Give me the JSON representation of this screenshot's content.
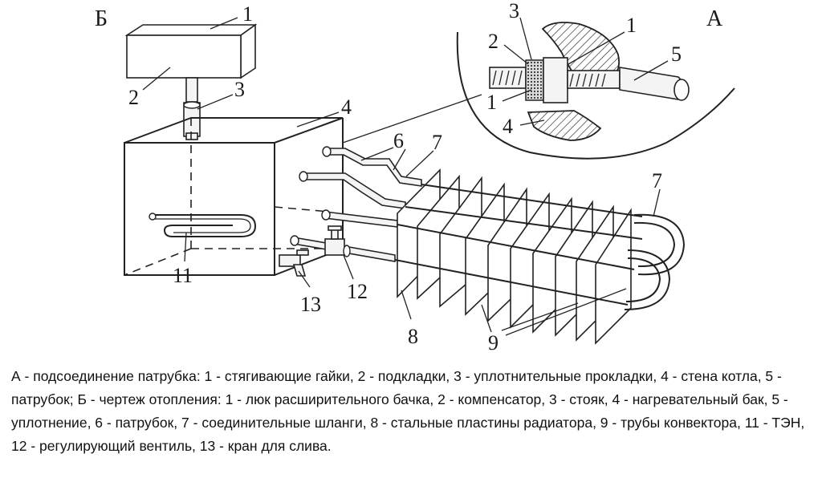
{
  "labels": {
    "view_b": "Б",
    "view_a": "А",
    "b1": "1",
    "b2": "2",
    "b3": "3",
    "b4": "4",
    "b6": "6",
    "b7": "7",
    "b7r": "7",
    "b8": "8",
    "b9": "9",
    "b11": "11",
    "b12": "12",
    "b13": "13",
    "a1": "1",
    "a1b": "1",
    "a2": "2",
    "a3": "3",
    "a4": "4",
    "a5": "5"
  },
  "caption": "А - подсоединение патрубка: 1 - стягивающие гайки, 2 - подкладки, 3 - уплотнительные прокладки, 4 - стена котла, 5 - патрубок; Б - чертеж отопления: 1 - люк расширительного бачка, 2 - компенсатор, 3 - стояк, 4 - нагревательный бак, 5 - уплотнение, 6 - патрубок, 7 - соединительные шланги, 8 - стальные пластины радиатора, 9 - трубы конвектора, 11 - ТЭН, 12 - регулирующий вентиль, 13 - кран для слива."
}
